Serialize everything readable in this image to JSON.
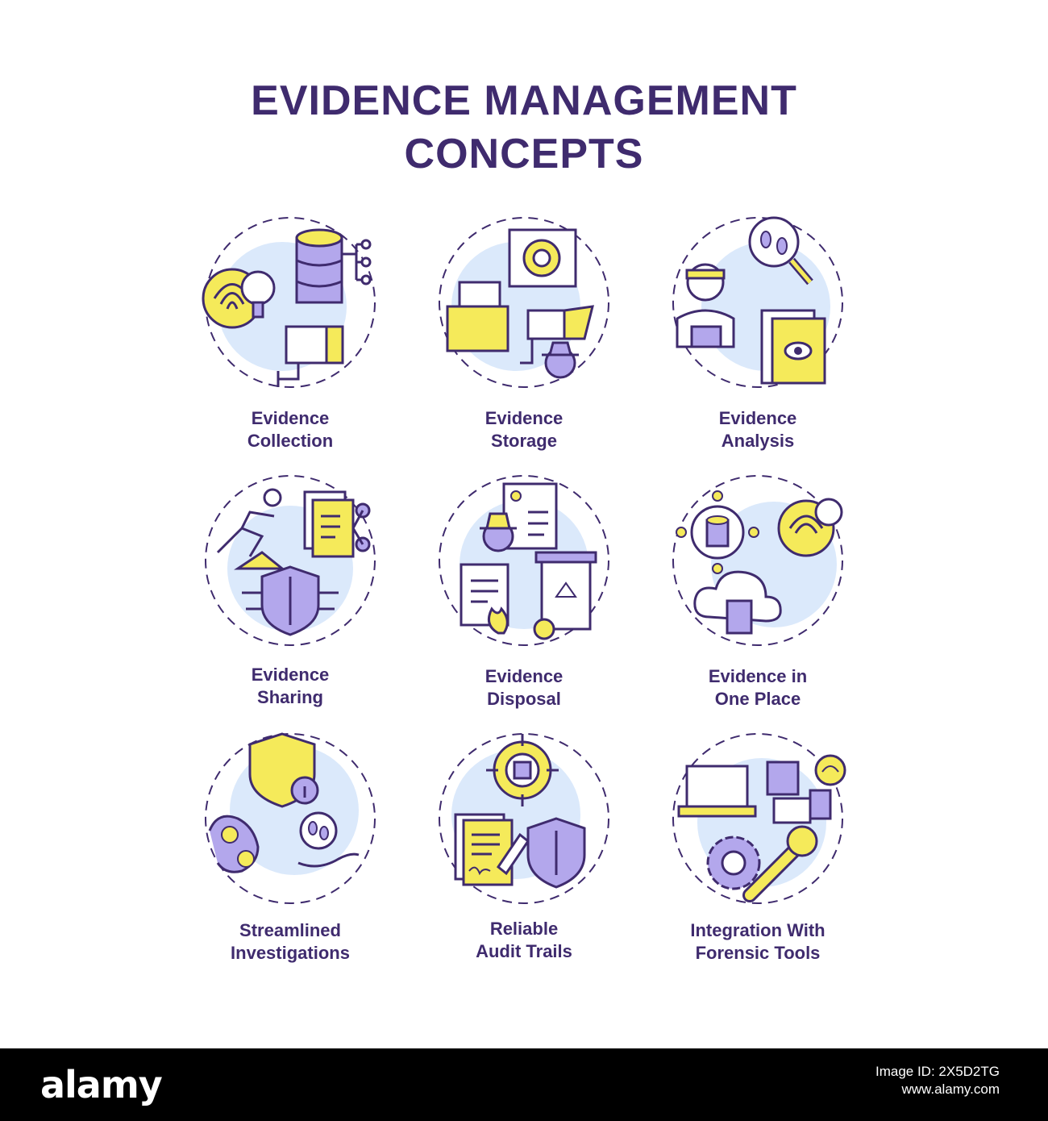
{
  "title": {
    "line1": "EVIDENCE MANAGEMENT",
    "line2": "CONCEPTS"
  },
  "colors": {
    "outline": "#3f2b6e",
    "yellow": "#f5ea5a",
    "purple": "#b3a7ec",
    "light_blue": "#dbe9fb"
  },
  "items": [
    {
      "line1": "Evidence",
      "line2": "Collection",
      "icons": [
        "fingerprint-icon",
        "magnifier-icon",
        "database-icon",
        "camera-icon"
      ]
    },
    {
      "line1": "Evidence",
      "line2": "Storage",
      "icons": [
        "safe-icon",
        "folder-icon",
        "camera-icon",
        "spy-icon"
      ]
    },
    {
      "line1": "Evidence",
      "line2": "Analysis",
      "icons": [
        "footprints-icon",
        "magnifier-icon",
        "investigator-icon",
        "eye-file-icon"
      ]
    },
    {
      "line1": "Evidence",
      "line2": "Sharing",
      "icons": [
        "runner-icon",
        "document-icon",
        "share-icon",
        "shield-icon"
      ]
    },
    {
      "line1": "Evidence",
      "line2": "Disposal",
      "icons": [
        "info-document-icon",
        "spy-icon",
        "burning-document-icon",
        "recycle-bin-icon"
      ]
    },
    {
      "line1": "Evidence in",
      "line2": "One Place",
      "icons": [
        "database-network-icon",
        "fingerprint-icon",
        "cloud-icon",
        "document-icon"
      ]
    },
    {
      "line1": "Streamlined",
      "line2": "Investigations",
      "icons": [
        "shield-icon",
        "info-icon",
        "cycle-icon",
        "hand-footprints-icon"
      ]
    },
    {
      "line1": "Reliable",
      "line2": "Audit Trails",
      "icons": [
        "target-icon",
        "signed-document-icon",
        "pen-icon",
        "shield-icon"
      ]
    },
    {
      "line1": "Integration With",
      "line2": "Forensic Tools",
      "icons": [
        "laptop-icon",
        "puzzle-icon",
        "fingerprint-icon",
        "gear-icon",
        "wrench-icon"
      ]
    }
  ],
  "footer": {
    "brand": "alamy",
    "image_id": "Image ID: 2X5D2TG",
    "site": "www.alamy.com"
  }
}
